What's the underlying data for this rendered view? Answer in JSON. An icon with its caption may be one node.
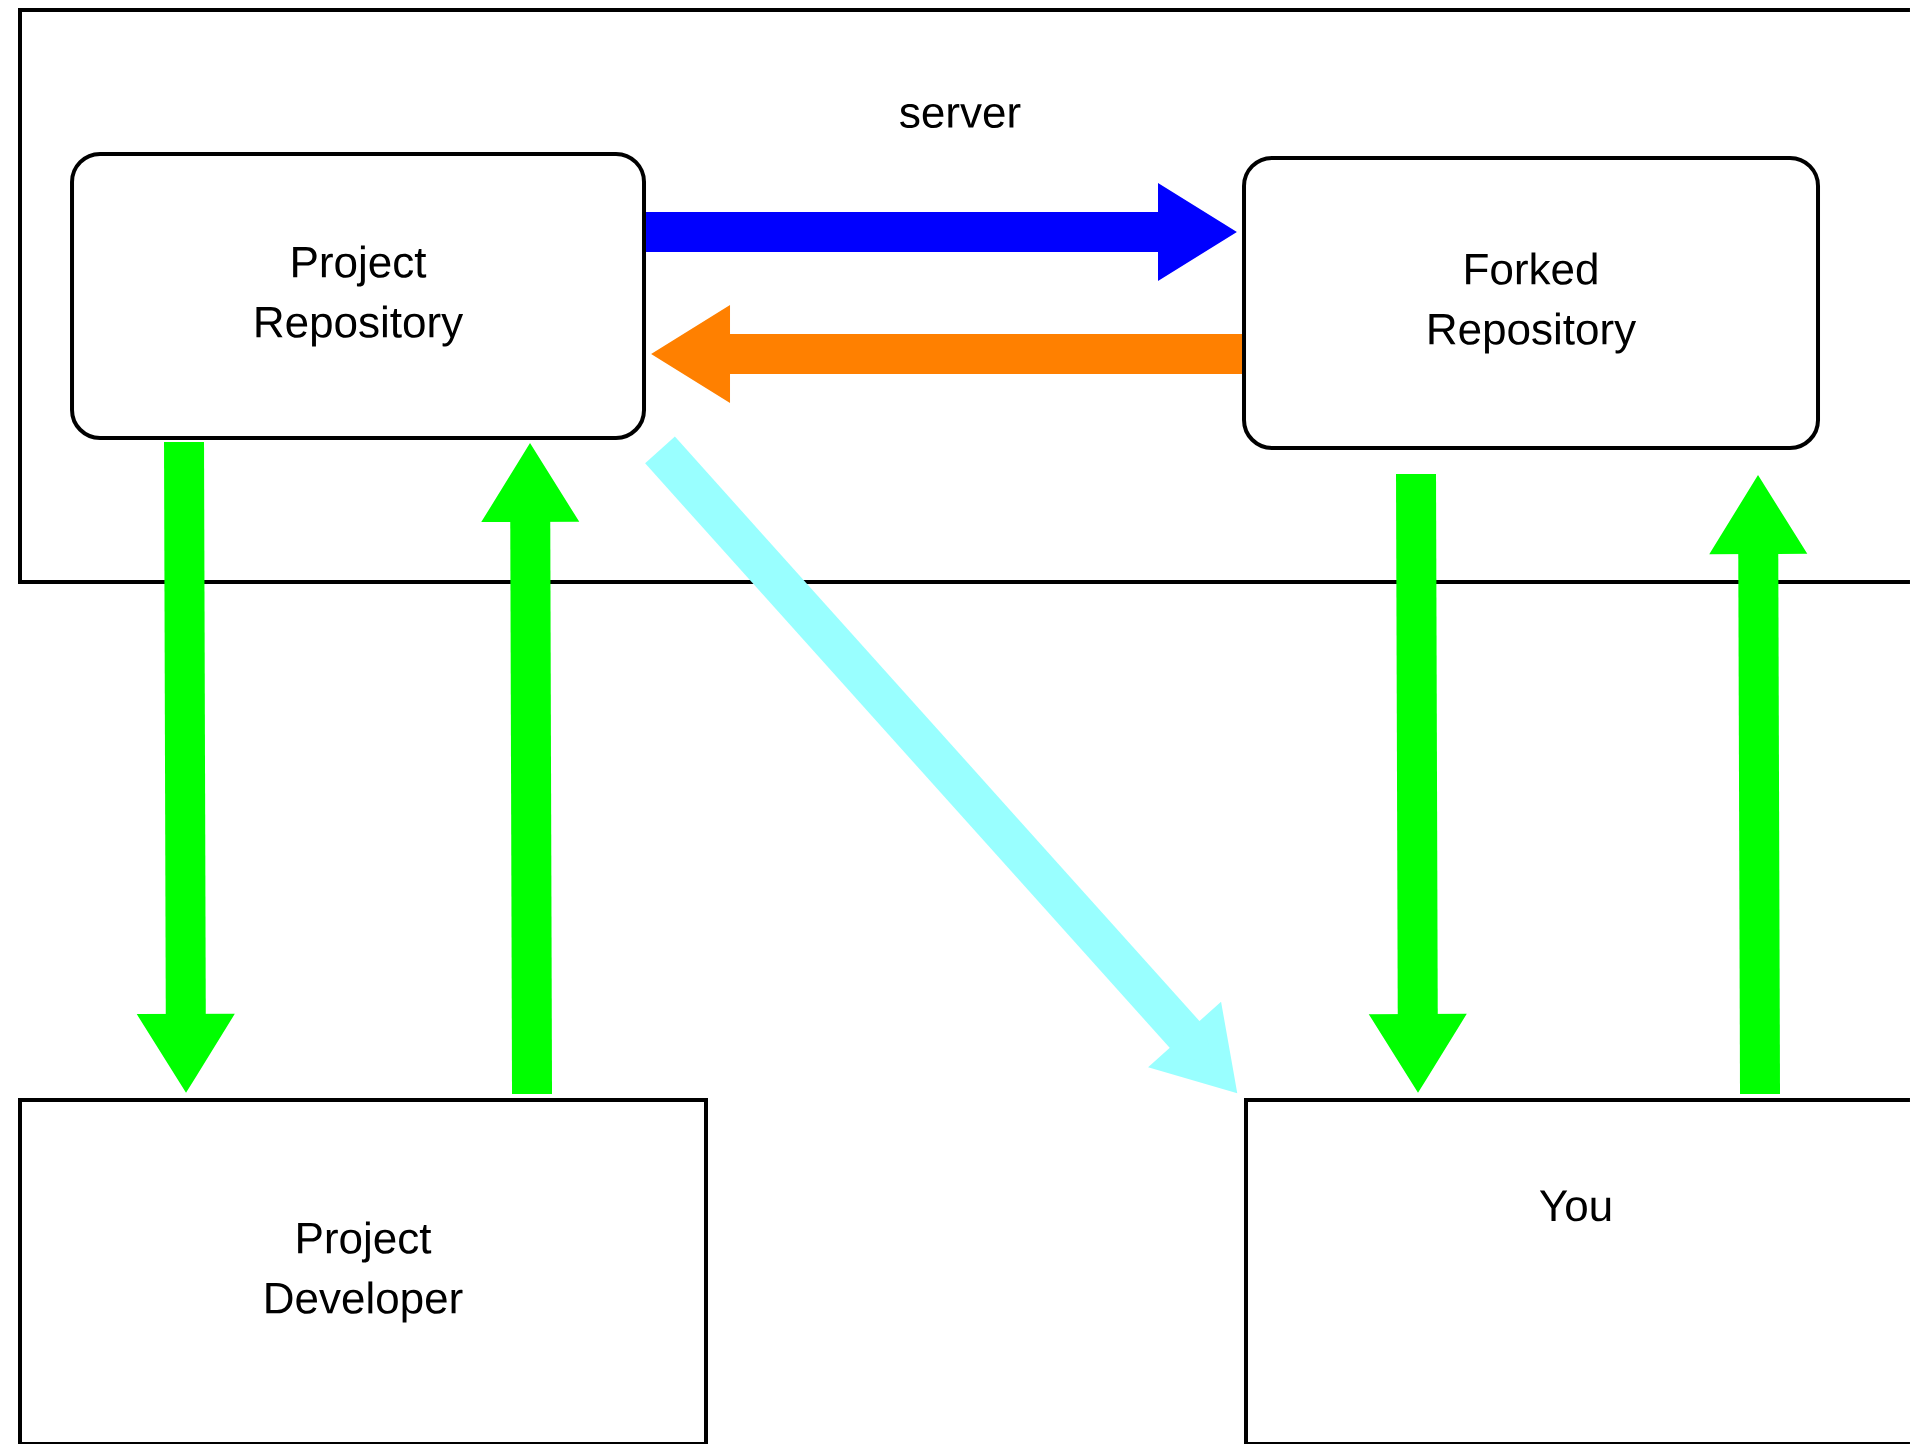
{
  "diagram": {
    "nodes": [
      {
        "text": [
          "server"
        ]
      },
      {
        "text": [
          "Project Repository"
        ],
        "in": 0
      },
      {
        "text": [
          "Forked Repository"
        ],
        "in": 0
      },
      {
        "text": [
          "Project Developer"
        ]
      },
      {
        "text": [
          "You"
        ]
      }
    ],
    "edges": [
      {
        "from": 1,
        "to": 2,
        "arrow": "to",
        "color": "#0000ff"
      },
      {
        "from": 2,
        "to": 1,
        "arrow": "to",
        "color": "#ff8000"
      },
      {
        "from": 1,
        "to": 4,
        "arrow": "to",
        "color": "#99ffff"
      },
      {
        "from": 1,
        "to": 3,
        "arrow": "to",
        "color": "#00ff00"
      },
      {
        "from": 3,
        "to": 1,
        "arrow": "to",
        "color": "#00ff00"
      },
      {
        "from": 2,
        "to": 4,
        "arrow": "to",
        "color": "#00ff00"
      },
      {
        "from": 4,
        "to": 2,
        "arrow": "to",
        "color": "#00ff00"
      }
    ]
  }
}
